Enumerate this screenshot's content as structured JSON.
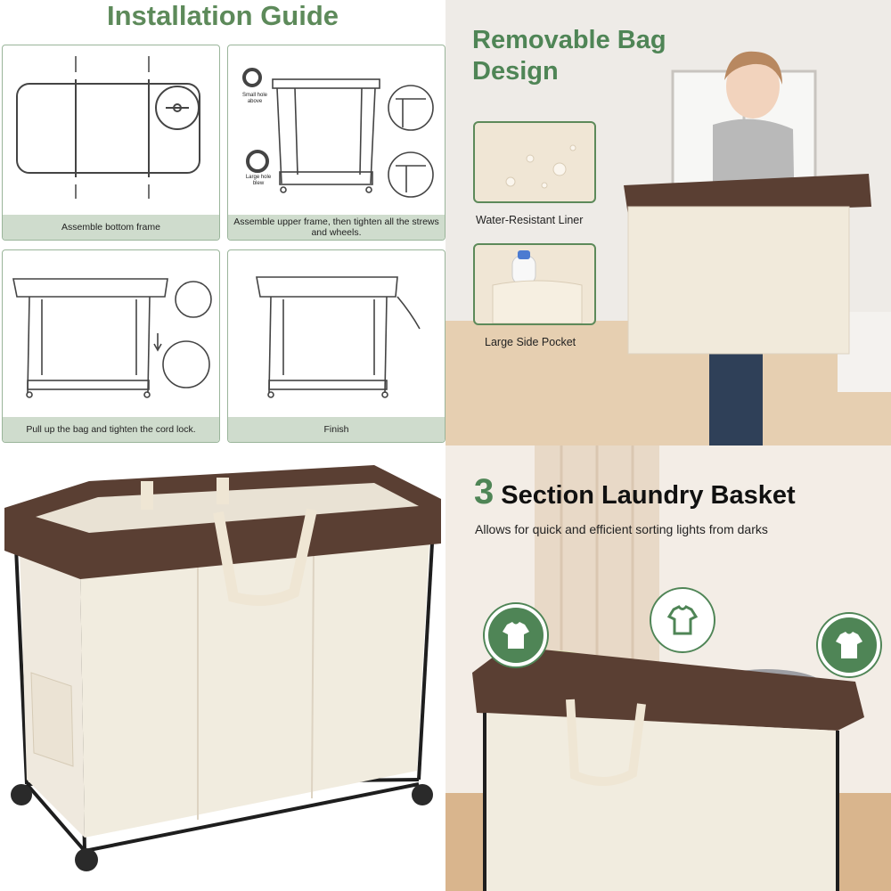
{
  "installation": {
    "title": "Installation Guide",
    "steps": [
      {
        "caption": "Assemble bottom frame"
      },
      {
        "caption": "Assemble upper frame, then tighten all the strews and wheels."
      },
      {
        "caption": "Pull up the bag and tighten the cord lock."
      },
      {
        "caption": "Finish"
      }
    ],
    "small_hole_note": "Small hole above",
    "large_hole_note": "Large hole blew"
  },
  "bag": {
    "title_line1": "Removable Bag",
    "title_line2": "Design",
    "features": [
      {
        "label": "Water-Resistant Liner",
        "icon": "water-drops-icon"
      },
      {
        "label": "Large Side Pocket",
        "icon": "bottle-in-pocket-icon"
      }
    ]
  },
  "sections": {
    "number": "3",
    "title": "Section Laundry Basket",
    "subtitle": "Allows for quick and efficient sorting lights from darks",
    "sort_icons": [
      "green-shirt-icon",
      "white-shirt-icon",
      "green-shirt-icon"
    ]
  },
  "colors": {
    "brand_green": "#4f8556",
    "caption_bg": "#cfdccd",
    "bag_rim_brown": "#5a3f33",
    "bag_canvas": "#f1eadb"
  }
}
